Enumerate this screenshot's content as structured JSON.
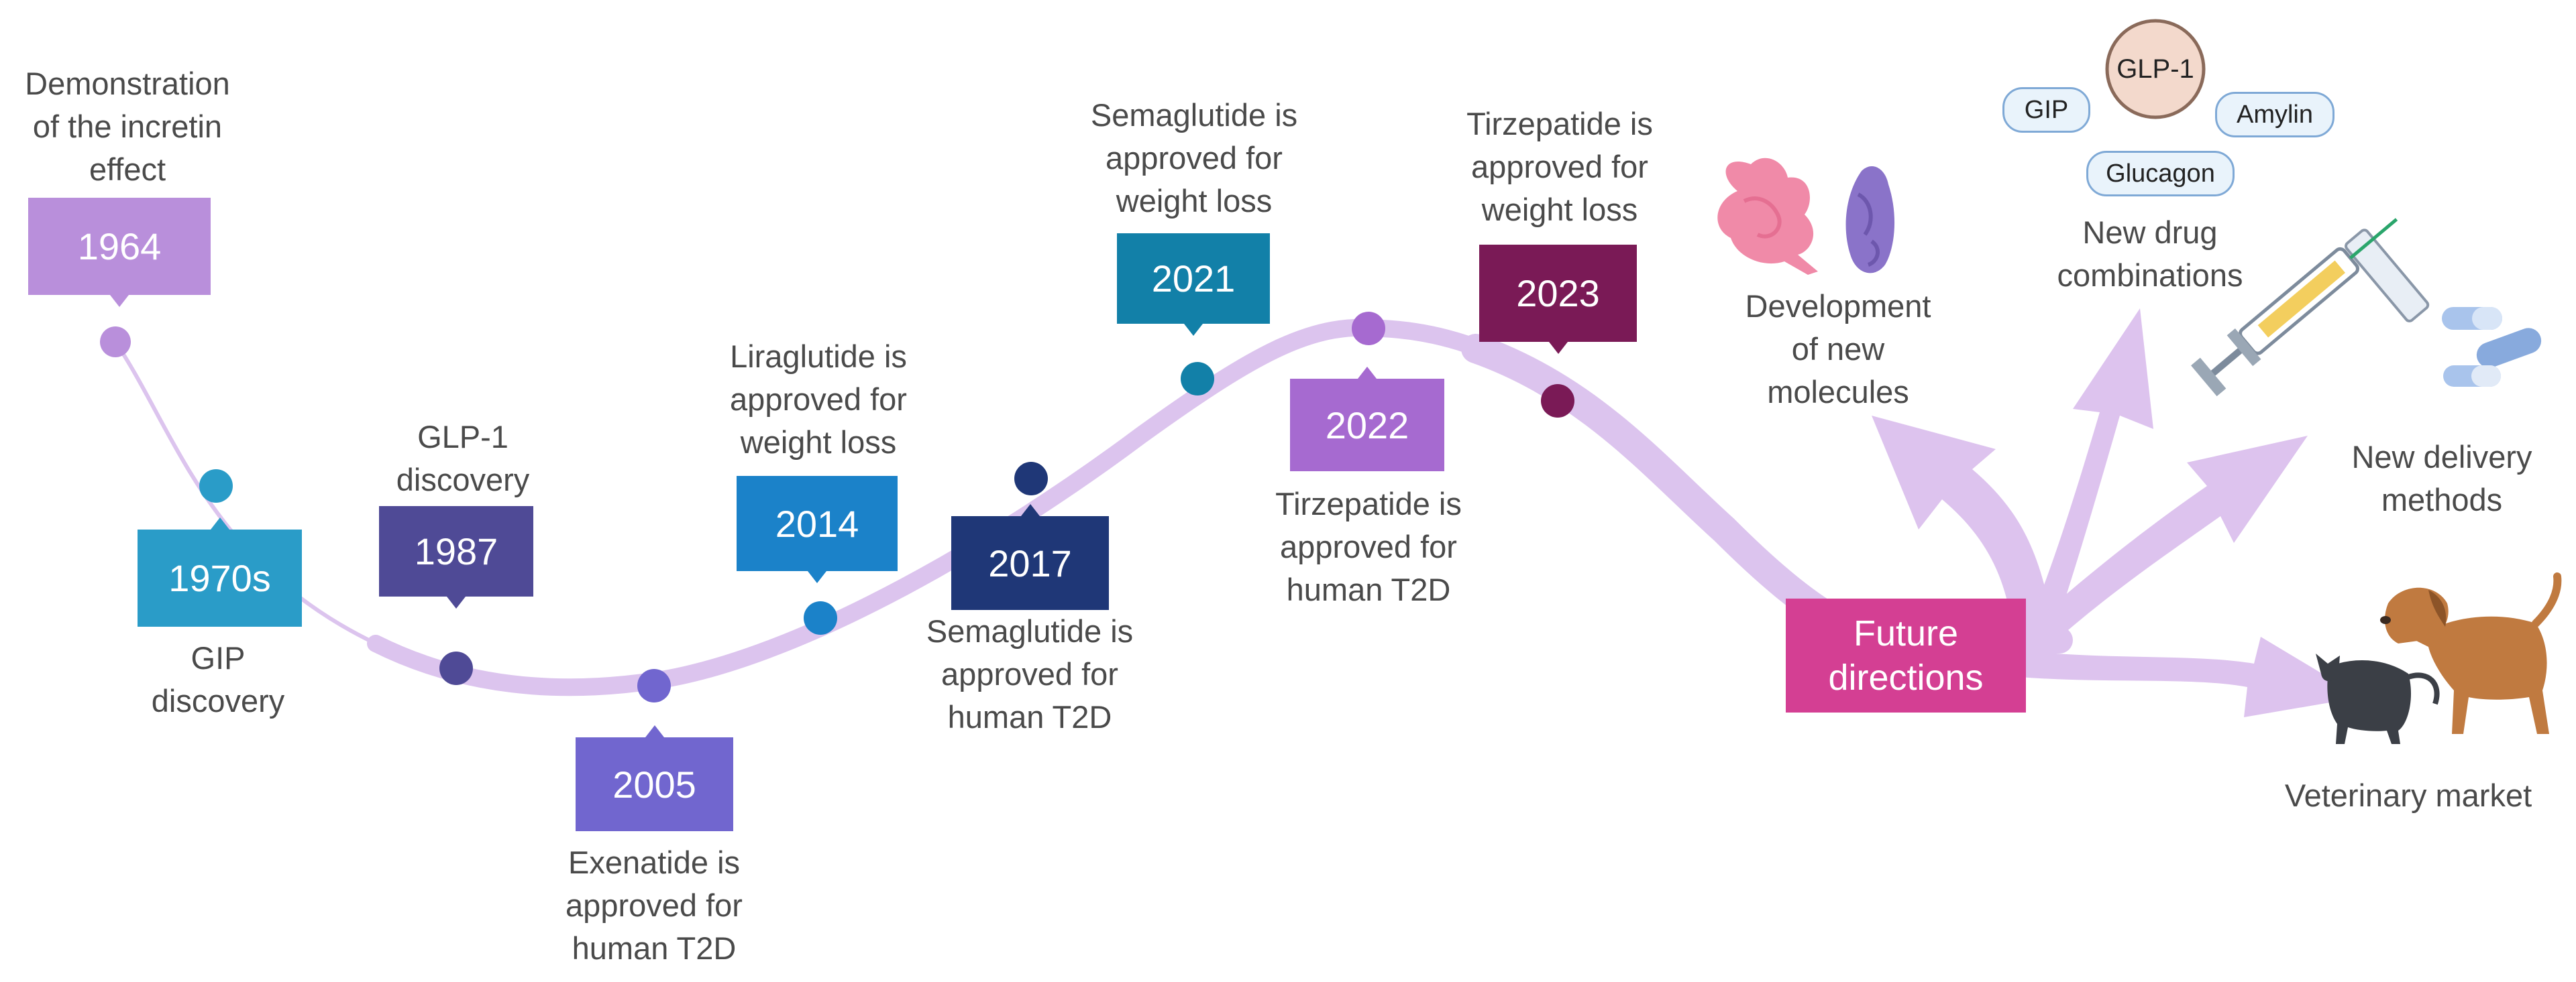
{
  "colors": {
    "curve": "#dcc4ee",
    "arrows": "#ddc3ee",
    "m1964": "#b98fdb",
    "m1970s": "#2a9cc8",
    "m1987": "#4f4a96",
    "m2005": "#7166cf",
    "m2014": "#1b82c9",
    "m2017": "#1f3777",
    "m2021": "#1280a8",
    "m2022": "#a66ad0",
    "m2023": "#7a1a56",
    "future": "#d43f93"
  },
  "milestones": [
    {
      "id": "m1964",
      "year": "1964",
      "caption": "Demonstration\nof the incretin\neffect"
    },
    {
      "id": "m1970s",
      "year": "1970s",
      "caption": "GIP\ndiscovery"
    },
    {
      "id": "m1987",
      "year": "1987",
      "caption": "GLP-1\ndiscovery"
    },
    {
      "id": "m2005",
      "year": "2005",
      "caption": "Exenatide is\napproved for\nhuman T2D"
    },
    {
      "id": "m2014",
      "year": "2014",
      "caption": "Liraglutide is\napproved for\nweight loss"
    },
    {
      "id": "m2017",
      "year": "2017",
      "caption": "Semaglutide is\napproved for\nhuman T2D"
    },
    {
      "id": "m2021",
      "year": "2021",
      "caption": "Semaglutide is\napproved for\nweight loss"
    },
    {
      "id": "m2022",
      "year": "2022",
      "caption": "Tirzepatide is\napproved for\nhuman T2D"
    },
    {
      "id": "m2023",
      "year": "2023",
      "caption": "Tirzepatide is\napproved for\nweight loss"
    }
  ],
  "future": {
    "label": "Future\ndirections",
    "branches": [
      {
        "label": "Development\nof new\nmolecules"
      },
      {
        "label": "New drug\ncombinations"
      },
      {
        "label": "New delivery\nmethods"
      },
      {
        "label": "Veterinary market"
      }
    ],
    "pills": [
      "GLP-1",
      "GIP",
      "Amylin",
      "Glucagon"
    ]
  },
  "icons": [
    "protein-molecule-icon",
    "syringe-icon",
    "capsule-icon",
    "cat-icon",
    "dog-icon"
  ]
}
